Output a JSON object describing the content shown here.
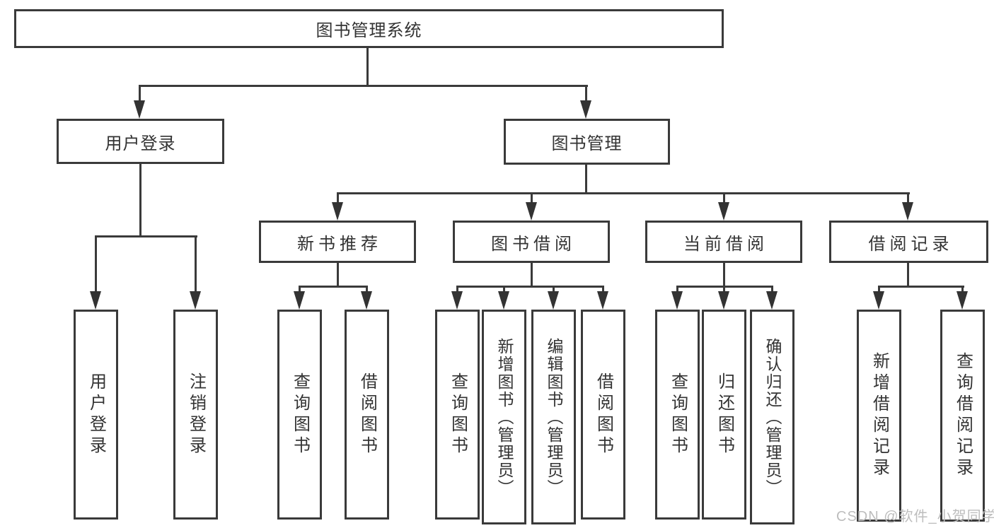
{
  "diagram": {
    "root": {
      "label": "图书管理系统"
    },
    "level2": [
      {
        "label": "用户登录"
      },
      {
        "label": "图书管理"
      }
    ],
    "level3": [
      {
        "label": "新书推荐",
        "parent": "图书管理"
      },
      {
        "label": "图书借阅",
        "parent": "图书管理"
      },
      {
        "label": "当前借阅",
        "parent": "图书管理"
      },
      {
        "label": "借阅记录",
        "parent": "图书管理"
      }
    ],
    "leaves": [
      {
        "label": "用户登录",
        "parent": "用户登录"
      },
      {
        "label": "注销登录",
        "parent": "用户登录"
      },
      {
        "label": "查询图书",
        "parent": "新书推荐"
      },
      {
        "label": "借阅图书",
        "parent": "新书推荐"
      },
      {
        "label": "查询图书",
        "parent": "图书借阅"
      },
      {
        "label": "新增图书（管理员）",
        "parent": "图书借阅"
      },
      {
        "label": "编辑图书（管理员）",
        "parent": "图书借阅"
      },
      {
        "label": "借阅图书",
        "parent": "图书借阅"
      },
      {
        "label": "查询图书",
        "parent": "当前借阅"
      },
      {
        "label": "归还图书",
        "parent": "当前借阅"
      },
      {
        "label": "确认归还（管理员）",
        "parent": "当前借阅"
      },
      {
        "label": "新增借阅记录",
        "parent": "借阅记录"
      },
      {
        "label": "查询借阅记录",
        "parent": "借阅记录"
      }
    ],
    "colors": {
      "line": "#3a3a3a",
      "text": "#333333",
      "box_background": "#ffffff"
    }
  },
  "watermark": {
    "text": "CSDN @软件_小贺同学",
    "color": "#bdbdbd"
  }
}
